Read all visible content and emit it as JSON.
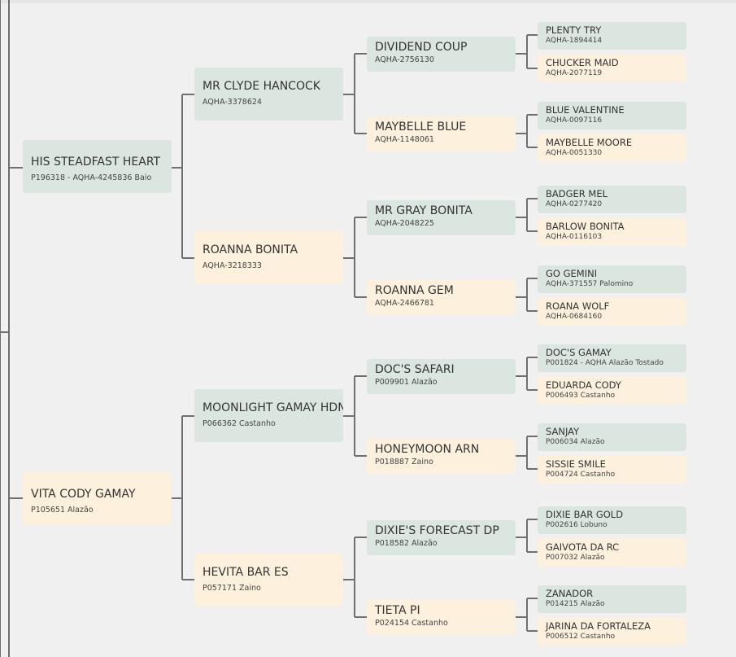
{
  "pedigree": {
    "sire": {
      "name": "HIS STEADFAST HEART",
      "reg": "P196318 - AQHA-4245836 Baio",
      "sire": {
        "name": "MR CLYDE HANCOCK",
        "reg": "AQHA-3378624",
        "sire": {
          "name": "DIVIDEND COUP",
          "reg": "AQHA-2756130",
          "sire": {
            "name": "PLENTY TRY",
            "reg": "AQHA-1894414"
          },
          "dam": {
            "name": "CHUCKER MAID",
            "reg": "AQHA-2077119"
          }
        },
        "dam": {
          "name": "MAYBELLE BLUE",
          "reg": "AQHA-1148061",
          "sire": {
            "name": "BLUE VALENTINE",
            "reg": "AQHA-0097116"
          },
          "dam": {
            "name": "MAYBELLE MOORE",
            "reg": "AQHA-0051330"
          }
        }
      },
      "dam": {
        "name": "ROANNA BONITA",
        "reg": "AQHA-3218333",
        "sire": {
          "name": "MR GRAY BONITA",
          "reg": "AQHA-2048225",
          "sire": {
            "name": "BADGER MEL",
            "reg": "AQHA-0277420"
          },
          "dam": {
            "name": "BARLOW BONITA",
            "reg": "AQHA-0116103"
          }
        },
        "dam": {
          "name": "ROANNA GEM",
          "reg": "AQHA-2466781",
          "sire": {
            "name": "GO GEMINI",
            "reg": "AQHA-371557 Palomino"
          },
          "dam": {
            "name": "ROANA WOLF",
            "reg": "AQHA-0684160"
          }
        }
      }
    },
    "dam": {
      "name": "VITA CODY GAMAY",
      "reg": "P105651 Alazão",
      "sire": {
        "name": "MOONLIGHT GAMAY HDN",
        "reg": "P066362 Castanho",
        "sire": {
          "name": "DOC'S SAFARI",
          "reg": "P009901 Alazão",
          "sire": {
            "name": "DOC'S GAMAY",
            "reg": "P001824 - AQHA Alazão Tostado"
          },
          "dam": {
            "name": "EDUARDA CODY",
            "reg": "P006493 Castanho"
          }
        },
        "dam": {
          "name": "HONEYMOON ARN",
          "reg": "P018887 Zaino",
          "sire": {
            "name": "SANJAY",
            "reg": "P006034 Alazão"
          },
          "dam": {
            "name": "SISSIE SMILE",
            "reg": "P004724 Castanho"
          }
        }
      },
      "dam": {
        "name": "HEVITA BAR ES",
        "reg": "P057171 Zaino",
        "sire": {
          "name": "DIXIE'S FORECAST DP",
          "reg": "P018582 Alazão",
          "sire": {
            "name": "DIXIE BAR GOLD",
            "reg": "P002616 Lobuno"
          },
          "dam": {
            "name": "GAIVOTA DA RC",
            "reg": "P007032 Alazão"
          }
        },
        "dam": {
          "name": "TIETA PI",
          "reg": "P024154 Castanho",
          "sire": {
            "name": "ZANADOR",
            "reg": "P014215 Alazão"
          },
          "dam": {
            "name": "JARINA DA FORTALEZA",
            "reg": "P006512 Castanho"
          }
        }
      }
    }
  },
  "colors": {
    "sire_card": "#dce6e1",
    "dam_card": "#fdf0dc",
    "connector": "#6f6f6f",
    "background": "#f0f0f0"
  }
}
